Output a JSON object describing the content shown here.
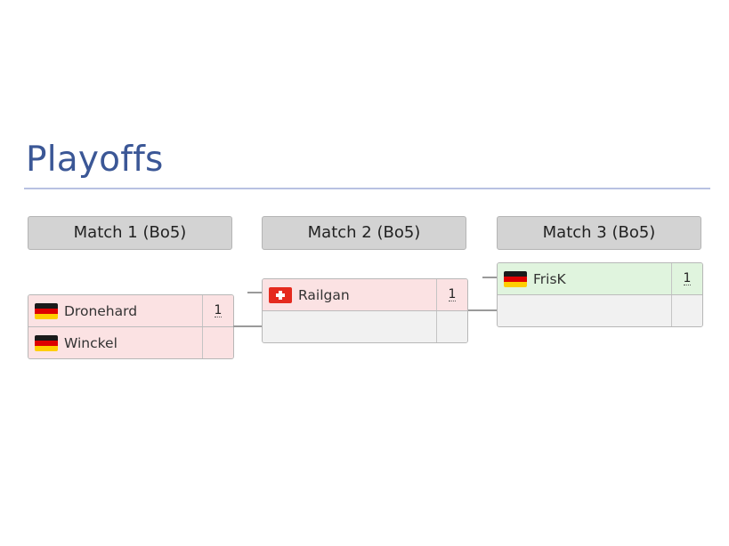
{
  "page_title": "Playoffs",
  "rounds": [
    {
      "header": "Match 1 (Bo5)",
      "slots": [
        {
          "player": "Dronehard",
          "flag": "germany-flag-icon",
          "score": "1",
          "result": "lose"
        },
        {
          "player": "Winckel",
          "flag": "germany-flag-icon",
          "score": "",
          "result": "lose"
        }
      ]
    },
    {
      "header": "Match 2 (Bo5)",
      "slots": [
        {
          "player": "Railgan",
          "flag": "switzerland-flag-icon",
          "score": "1",
          "result": "lose"
        },
        {
          "player": "",
          "flag": "",
          "score": "",
          "result": "empty"
        }
      ]
    },
    {
      "header": "Match 3 (Bo5)",
      "slots": [
        {
          "player": "FrisK",
          "flag": "germany-flag-icon",
          "score": "1",
          "result": "win"
        },
        {
          "player": "",
          "flag": "",
          "score": "",
          "result": "empty"
        }
      ]
    }
  ],
  "colors": {
    "title": "#3b5796",
    "lose": "#fbe2e3",
    "win": "#e0f4de",
    "empty": "#f1f1f1",
    "header_bg": "#d3d3d3"
  }
}
